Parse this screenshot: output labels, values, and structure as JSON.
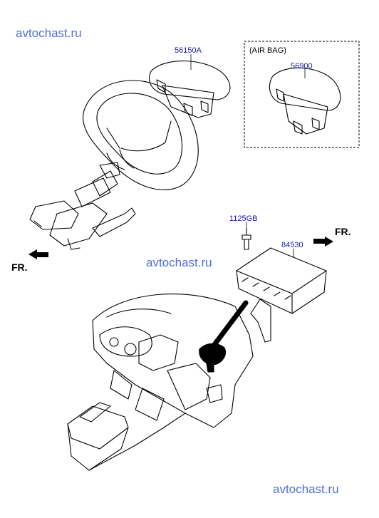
{
  "watermarks": [
    "avtochast.ru",
    "avtochast.ru",
    "avtochast.ru"
  ],
  "airbag_box": {
    "title": "(AIR BAG)"
  },
  "parts": {
    "driver_airbag": "56150A",
    "airbag_module": "56900",
    "bolt": "1125GB",
    "passenger_airbag": "84530"
  },
  "arrows": {
    "front_left": "FR.",
    "front_right": "FR."
  },
  "colors": {
    "part_number": "#1a1aa8",
    "watermark": "#4f6fe0",
    "line": "#000000"
  }
}
